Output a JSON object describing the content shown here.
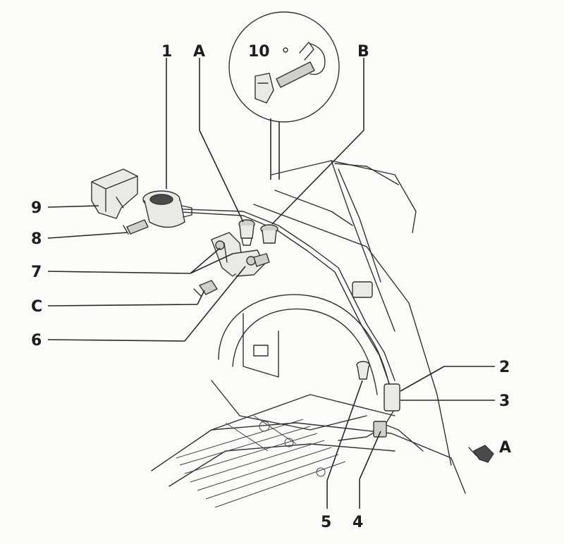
{
  "labels": {
    "n1": "1",
    "nA_top": "A",
    "n10": "10",
    "nB": "B",
    "n9": "9",
    "n8": "8",
    "n7": "7",
    "nC": "C",
    "n6": "6",
    "n2": "2",
    "n3": "3",
    "n5": "5",
    "n4": "4",
    "view_A": "A"
  }
}
